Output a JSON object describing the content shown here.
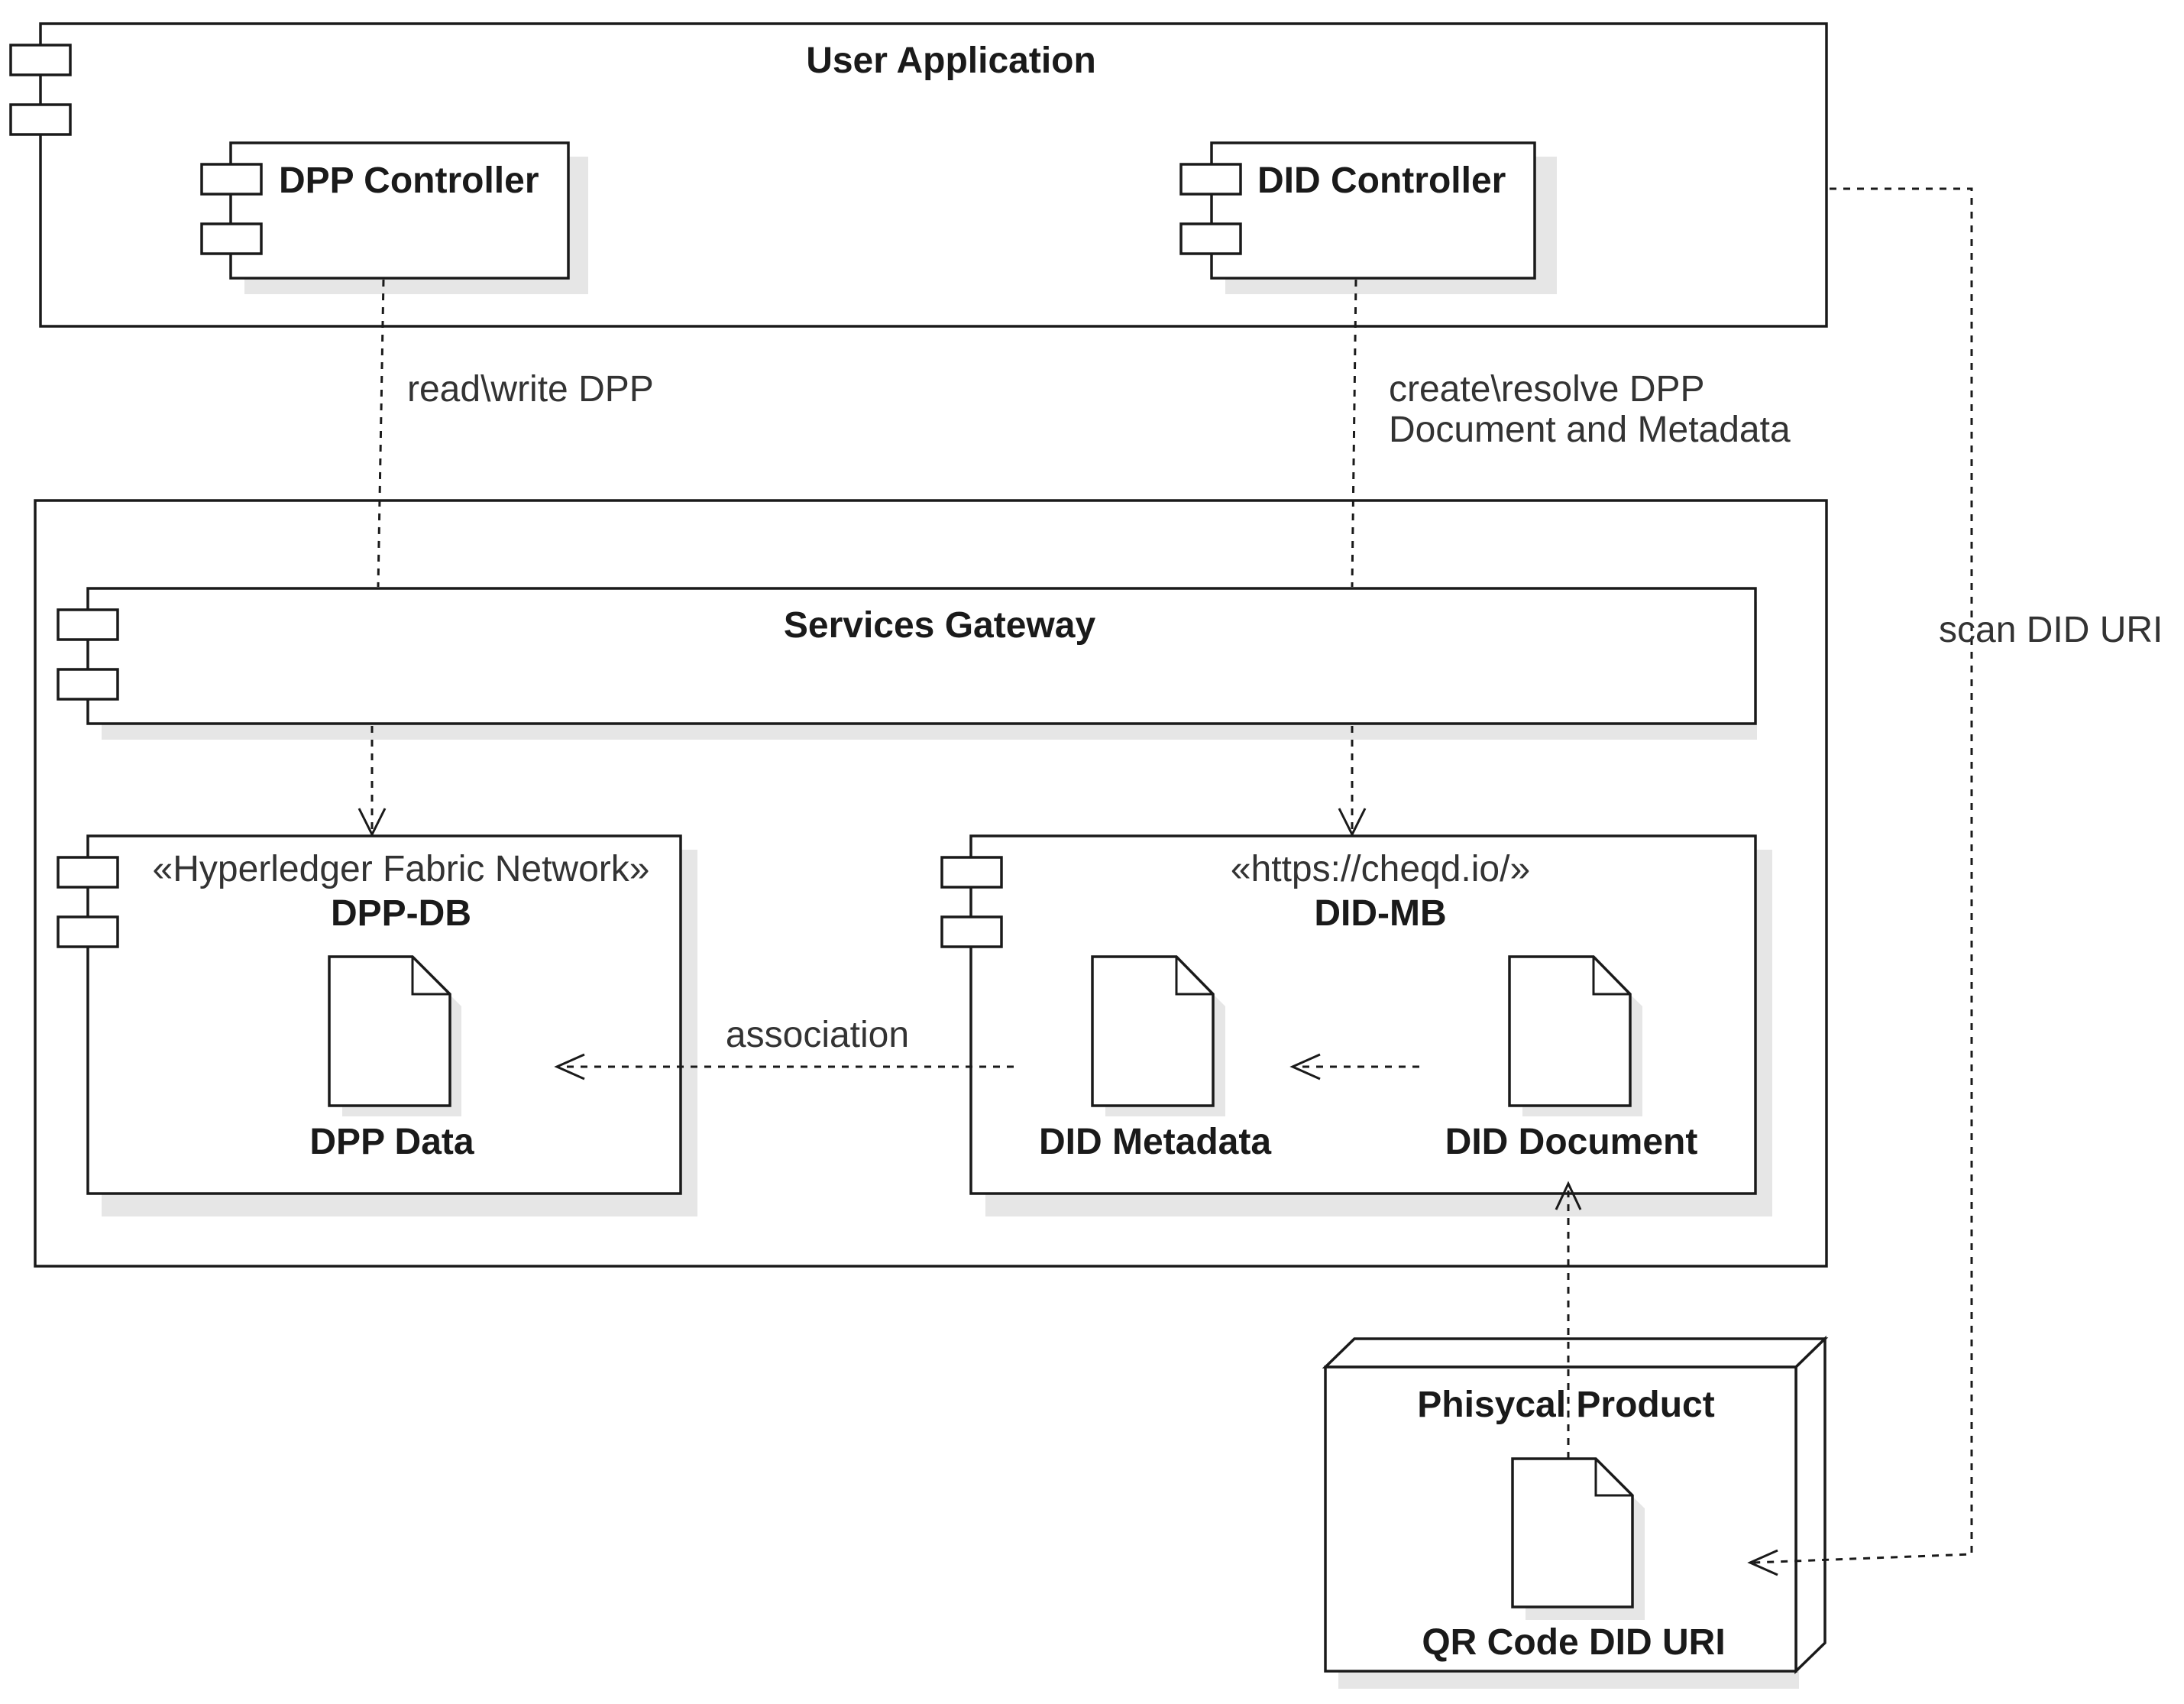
{
  "diagram": {
    "user_application": {
      "title": "User Application"
    },
    "dpp_controller": {
      "title": "DPP Controller"
    },
    "did_controller": {
      "title": "DID Controller"
    },
    "services_gateway": {
      "title": "Services Gateway"
    },
    "dpp_db": {
      "stereotype": "«Hyperledger Fabric Network»",
      "title": "DPP-DB",
      "artifact": "DPP Data"
    },
    "did_mb": {
      "stereotype": "«https://cheqd.io/»",
      "title": "DID-MB",
      "artifact_metadata": "DID Metadata",
      "artifact_document": "DID Document"
    },
    "physical_product": {
      "title": "Phisycal Product",
      "artifact": "QR Code DID URI"
    },
    "edges": {
      "read_write": "read\\write DPP",
      "create_resolve_line1": "create\\resolve DPP",
      "create_resolve_line2": "Document and Metadata",
      "scan": "scan DID URI",
      "association": "association"
    }
  }
}
